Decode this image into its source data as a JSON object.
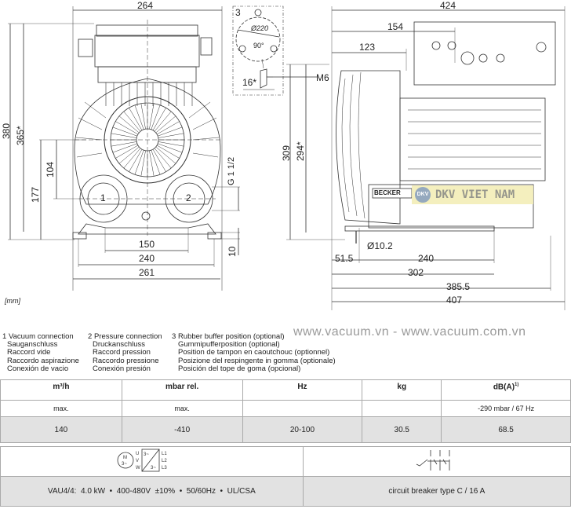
{
  "front_view": {
    "dims": {
      "width_top": "264",
      "height_total": "380",
      "height_star": "365*",
      "port_height": "177",
      "port_spacing_v": "104",
      "thread": "G 1 1/2",
      "foot_height": "10",
      "w150": "150",
      "w240": "240",
      "w261": "261"
    },
    "port_labels": [
      "1",
      "2"
    ]
  },
  "buffer_detail": {
    "label": "3",
    "diameter": "Ø220",
    "angle": "90°",
    "offset": "16*",
    "thread": "M6"
  },
  "side_view": {
    "dims": {
      "width_top": "424",
      "w154": "154",
      "w123": "123",
      "h309": "309",
      "h294": "294*",
      "hole": "Ø10.2",
      "d51": "51.5",
      "d240": "240",
      "d302": "302",
      "d385": "385.5",
      "d407": "407"
    },
    "brand_plate": "BECKER"
  },
  "unit_label": "[mm]",
  "watermark": {
    "text": "www.vacuum.vn - www.vacuum.com.vn",
    "logo_text": "DKV VIET NAM",
    "logo_mark": "DKV"
  },
  "legend": [
    {
      "num": "1",
      "lines": [
        "Vacuum connection",
        "Sauganschluss",
        "Raccord vide",
        "Raccordo aspirazione",
        "Conexión de vacio"
      ]
    },
    {
      "num": "2",
      "lines": [
        "Pressure connection",
        "Druckanschluss",
        "Raccord pression",
        "Raccordo pressione",
        "Conexión presión"
      ]
    },
    {
      "num": "3",
      "lines": [
        "Rubber buffer position (optional)",
        "Gummipufferposition (optional)",
        "Position de tampon en caoutchouc (optionnel)",
        "Posizione del respingente in gomma (optionale)",
        "Posición del tope de goma (opcional)"
      ]
    }
  ],
  "spec_table": {
    "headers": [
      "m³/h",
      "mbar rel.",
      "Hz",
      "kg",
      "dB(A)"
    ],
    "footnote": "1)",
    "subheaders": [
      "max.",
      "max.",
      "",
      "",
      "-290 mbar / 67 Hz"
    ],
    "values": [
      "140",
      "-410",
      "20-100",
      "30.5",
      "68.5"
    ]
  },
  "electrical": {
    "motor": "M",
    "motor_phase": "3~",
    "terminals_in": [
      "U",
      "V",
      "W"
    ],
    "terminals_out": [
      "L1",
      "L2",
      "L3"
    ],
    "conv_top": "3~",
    "conv_bot": "3~",
    "spec": "VAU4/4:  4.0 kW  •  400-480V  ±10%  •  50/60Hz  •  UL/CSA",
    "breaker": "circuit breaker type C / 16 A"
  }
}
